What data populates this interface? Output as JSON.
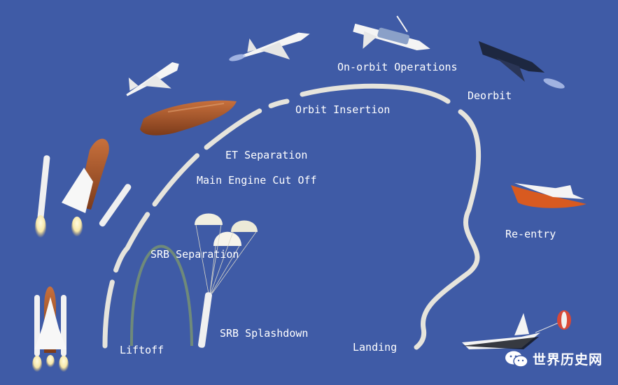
{
  "labels": {
    "on_orbit": "On-orbit Operations",
    "deorbit": "Deorbit",
    "orbit_insertion": "Orbit Insertion",
    "et_separation": "ET Separation",
    "meco": "Main Engine Cut Off",
    "re_entry": "Re-entry",
    "srb_separation": "SRB Separation",
    "srb_splashdown": "SRB Splashdown",
    "landing": "Landing",
    "liftoff": "Liftoff"
  },
  "watermark": {
    "text": "世界历史网",
    "icon": "wechat-icon"
  },
  "colors": {
    "background": "#3f5ba6",
    "path": "#e6e4dc",
    "srb_arc": "#6f8a7a",
    "tank": "#a2522a",
    "orbiter": "#f4f4f4",
    "label": "#ffffff"
  }
}
